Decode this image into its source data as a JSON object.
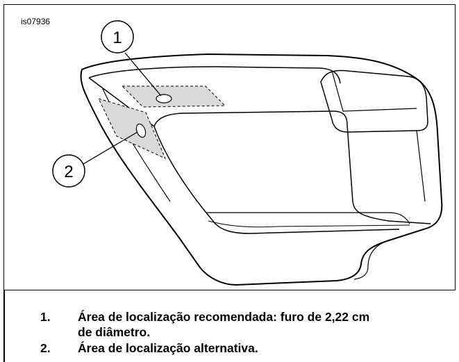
{
  "figure": {
    "id": "is07936",
    "callouts": [
      {
        "number": "1"
      },
      {
        "number": "2"
      }
    ]
  },
  "legend": [
    {
      "number": "1.",
      "line1": "Área de localização recomendada: furo de 2,22 cm",
      "line2": "de diâmetro."
    },
    {
      "number": "2.",
      "line1": "Área de localização alternativa."
    }
  ],
  "colors": {
    "line": "#000000",
    "shade": "#d9d9d9",
    "background": "#ffffff"
  }
}
